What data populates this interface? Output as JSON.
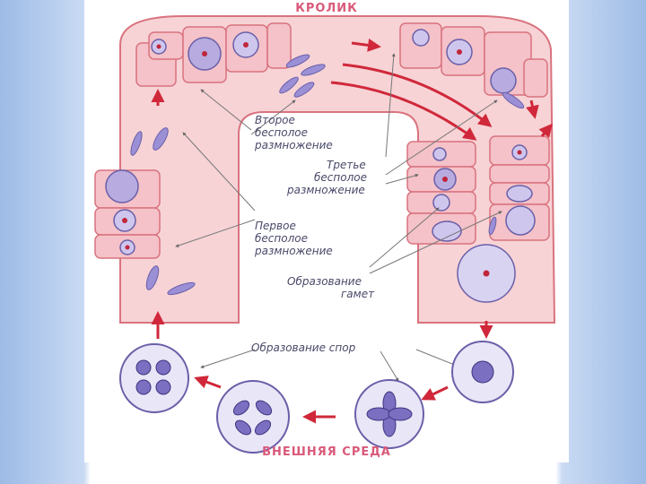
{
  "titles": {
    "top": "КРОЛИК",
    "bottom": "ВНЕШНЯЯ СРЕДА"
  },
  "labels": {
    "second_1": "Второе",
    "second_2": "бесполое",
    "second_3": "размножение",
    "third_1": "Третье",
    "third_2": "бесполое",
    "third_3": "размножение",
    "first_1": "Первое",
    "first_2": "бесполое",
    "first_3": "размножение",
    "gamete_1": "Образование",
    "gamete_2": "гамет",
    "spores": "Образование спор"
  },
  "colors": {
    "tissue": "#f7d3d6",
    "tissue_edge": "#d9737f",
    "cell": "#f4c2c8",
    "arrow": "#d0283a",
    "parasite": "#6a5fa8",
    "nucleus": "#c0263a"
  }
}
